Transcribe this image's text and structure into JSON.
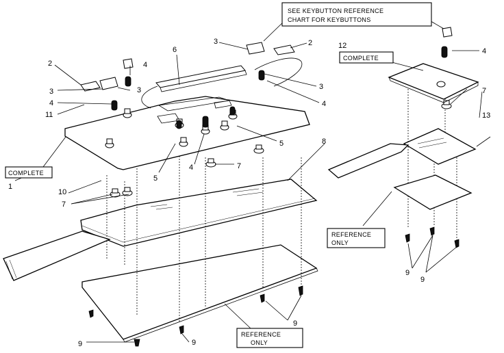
{
  "labels": {
    "see_ref_line1": "SEE KEYBUTTON REFERENCE",
    "see_ref_line2": "CHART FOR KEYBUTTONS",
    "complete_left": "COMPLETE",
    "complete_right": "COMPLETE",
    "reference_only_bottom_line1": "REFERENCE",
    "reference_only_bottom_line2": "ONLY",
    "reference_only_right_line1": "REFERENCE",
    "reference_only_right_line2": "ONLY"
  },
  "callouts": {
    "n1": "1",
    "n2a": "2",
    "n2b": "2",
    "n3a": "3",
    "n3b": "3",
    "n3c": "3",
    "n3d": "3",
    "n4a": "4",
    "n4b": "4",
    "n4c": "4",
    "n4d": "4",
    "n4e": "4",
    "n5a": "5",
    "n5b": "5",
    "n6": "6",
    "n7a": "7",
    "n7b": "7",
    "n7c": "7",
    "n8": "8",
    "n9a": "9",
    "n9b": "9",
    "n9c": "9",
    "n9d": "9",
    "n9e": "9",
    "n10": "10",
    "n11": "11",
    "n12": "12",
    "n13": "13"
  }
}
